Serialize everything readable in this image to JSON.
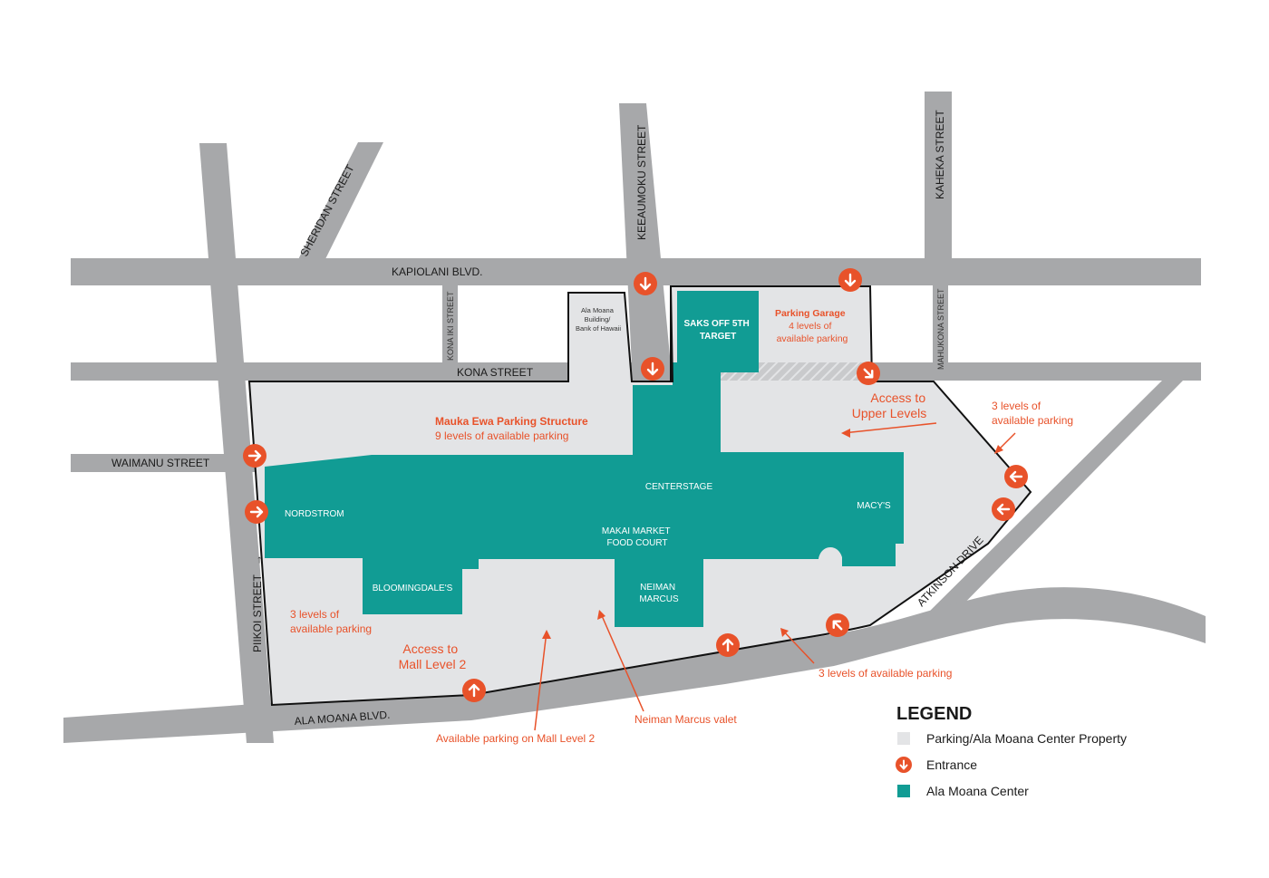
{
  "colors": {
    "road": "#a7a8aa",
    "property": "#e3e4e6",
    "mall": "#119c94",
    "entrance": "#e8522a",
    "outline": "#111111"
  },
  "streets": {
    "kapiolani": "KAPIOLANI BLVD.",
    "kona": "KONA STREET",
    "waimanu": "WAIMANU STREET",
    "ala_moana": "ALA MOANA BLVD.",
    "sheridan": "SHERIDAN STREET",
    "keeaumoku": "KEEAUMOKU STREET",
    "kaheka": "KAHEKA STREET",
    "kona_iki": "KONA IKI STREET",
    "mahukona": "MAHUKONA STREET",
    "piikoi": "PIIKOI STREET",
    "piikoi_arrow": "→",
    "atkinson": "ATKINSON DRIVE"
  },
  "buildings": {
    "bank": [
      "Ala Moana",
      "Building/",
      "Bank of Hawaii"
    ]
  },
  "stores": {
    "saks": [
      "SAKS OFF 5TH",
      "TARGET"
    ],
    "nordstrom": "NORDSTROM",
    "bloomingdales": "BLOOMINGDALE'S",
    "centerstage": "CENTERSTAGE",
    "makai": [
      "MAKAI MARKET",
      "FOOD COURT"
    ],
    "neiman": [
      "NEIMAN",
      "MARCUS"
    ],
    "macys": "MACY'S"
  },
  "notes": {
    "parking_garage": [
      "Parking Garage",
      "4 levels of",
      "available parking"
    ],
    "mauka_ewa": [
      "Mauka Ewa Parking Structure",
      "9 levels of available parking"
    ],
    "access_upper": [
      "Access to",
      "Upper Levels"
    ],
    "three_levels_east": [
      "3 levels of",
      "available parking"
    ],
    "three_levels_west": [
      "3 levels of",
      "available parking"
    ],
    "access_mall2": [
      "Access to",
      "Mall Level 2"
    ],
    "three_levels_south": "3 levels of available parking",
    "neiman_valet": "Neiman Marcus valet",
    "available_mall2": "Available parking on Mall Level 2"
  },
  "entrances": [
    {
      "id": "kapiolani-keeaumoku",
      "direction": "down"
    },
    {
      "id": "kapiolani-garage",
      "direction": "down"
    },
    {
      "id": "kona-keeaumoku",
      "direction": "down"
    },
    {
      "id": "kona-mahukona",
      "direction": "down-right"
    },
    {
      "id": "piikoi-waimanu",
      "direction": "right"
    },
    {
      "id": "piikoi-nordstrom",
      "direction": "right"
    },
    {
      "id": "atkinson-north",
      "direction": "left"
    },
    {
      "id": "atkinson-south",
      "direction": "left"
    },
    {
      "id": "alamoana-mall2",
      "direction": "up"
    },
    {
      "id": "alamoana-center",
      "direction": "up"
    },
    {
      "id": "alamoana-east",
      "direction": "up-left"
    }
  ],
  "legend": {
    "title": "LEGEND",
    "items": [
      {
        "swatch": "property",
        "label": "Parking/Ala Moana Center Property"
      },
      {
        "swatch": "entrance",
        "label": "Entrance"
      },
      {
        "swatch": "mall",
        "label": "Ala Moana Center"
      }
    ]
  }
}
